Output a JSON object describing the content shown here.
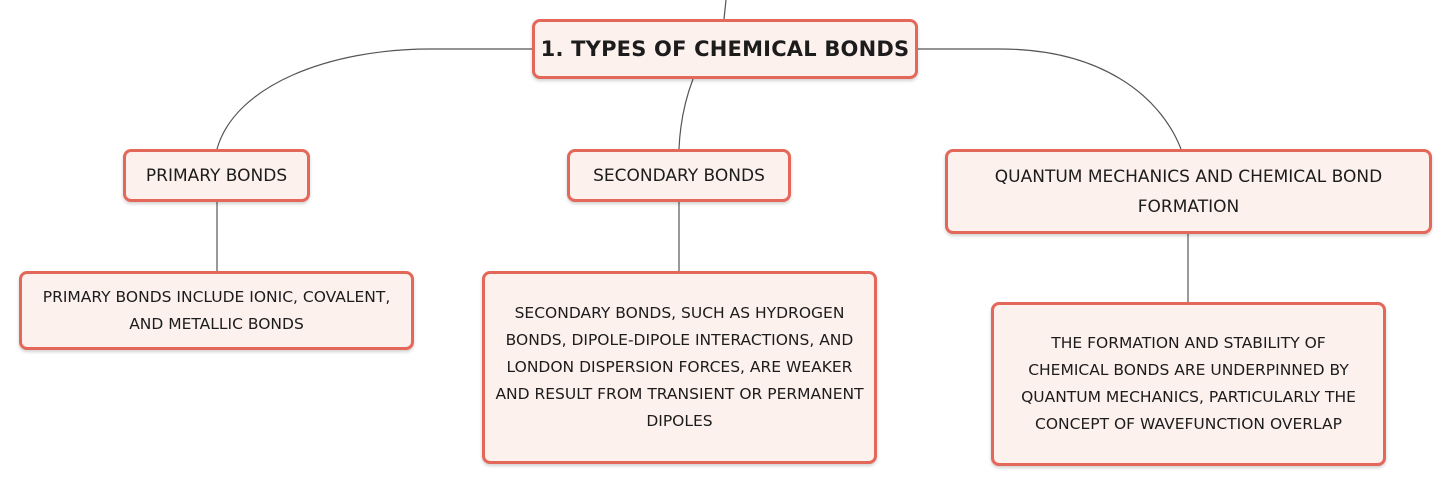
{
  "root": {
    "label": "1. TYPES OF CHEMICAL BONDS"
  },
  "branches": [
    {
      "label": "PRIMARY BONDS",
      "detail": "PRIMARY BONDS INCLUDE IONIC, COVALENT, AND METALLIC BONDS"
    },
    {
      "label": "SECONDARY BONDS",
      "detail": "SECONDARY BONDS, SUCH AS HYDROGEN BONDS, DIPOLE-DIPOLE INTERACTIONS, AND LONDON DISPERSION FORCES, ARE WEAKER AND RESULT FROM TRANSIENT OR PERMANENT DIPOLES"
    },
    {
      "label": "QUANTUM MECHANICS AND CHEMICAL BOND FORMATION",
      "detail": "THE FORMATION AND STABILITY OF CHEMICAL BONDS ARE UNDERPINNED BY QUANTUM MECHANICS, PARTICULARLY THE CONCEPT OF WAVEFUNCTION OVERLAP"
    }
  ],
  "colors": {
    "node_border": "#e4685a",
    "node_fill": "#fdf1ee",
    "connector": "#555555",
    "text": "#1c1c1c"
  }
}
